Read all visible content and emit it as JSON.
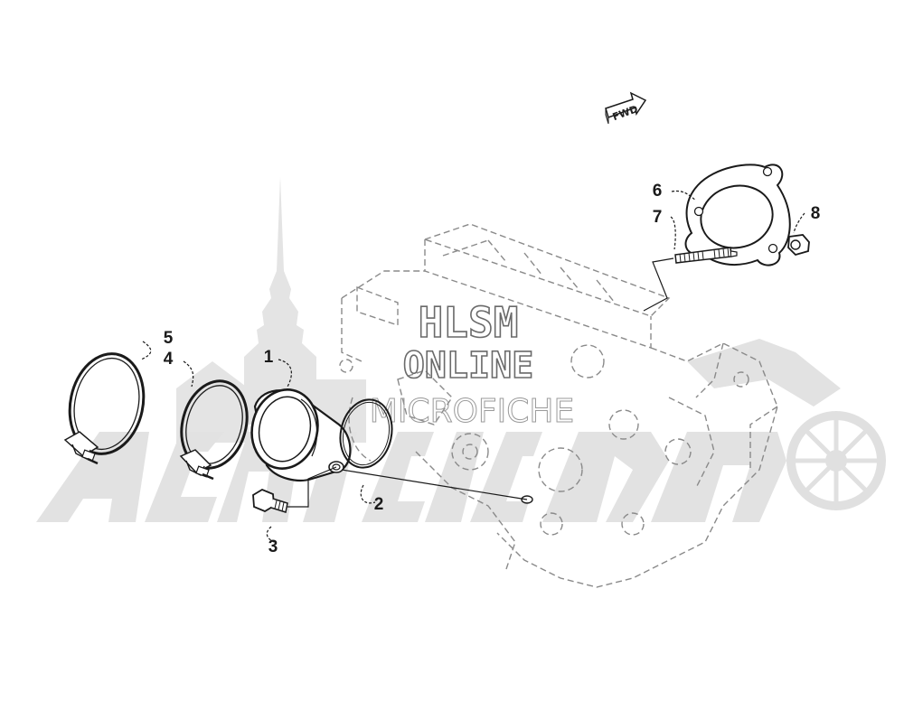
{
  "watermark": {
    "line1": "HLSM",
    "line2": "ONLINE",
    "line3": "MICROFICHE"
  },
  "direction_arrow": {
    "label": "FWD"
  },
  "callouts": [
    {
      "id": "1",
      "label": "1"
    },
    {
      "id": "2",
      "label": "2"
    },
    {
      "id": "3",
      "label": "3"
    },
    {
      "id": "4",
      "label": "4"
    },
    {
      "id": "5",
      "label": "5"
    },
    {
      "id": "6",
      "label": "6"
    },
    {
      "id": "7",
      "label": "7"
    },
    {
      "id": "8",
      "label": "8"
    }
  ],
  "colors": {
    "line": "#1a1a1a",
    "ghost_engine": "#8a8a8a",
    "watermark_fill": "#dcdcdc"
  }
}
